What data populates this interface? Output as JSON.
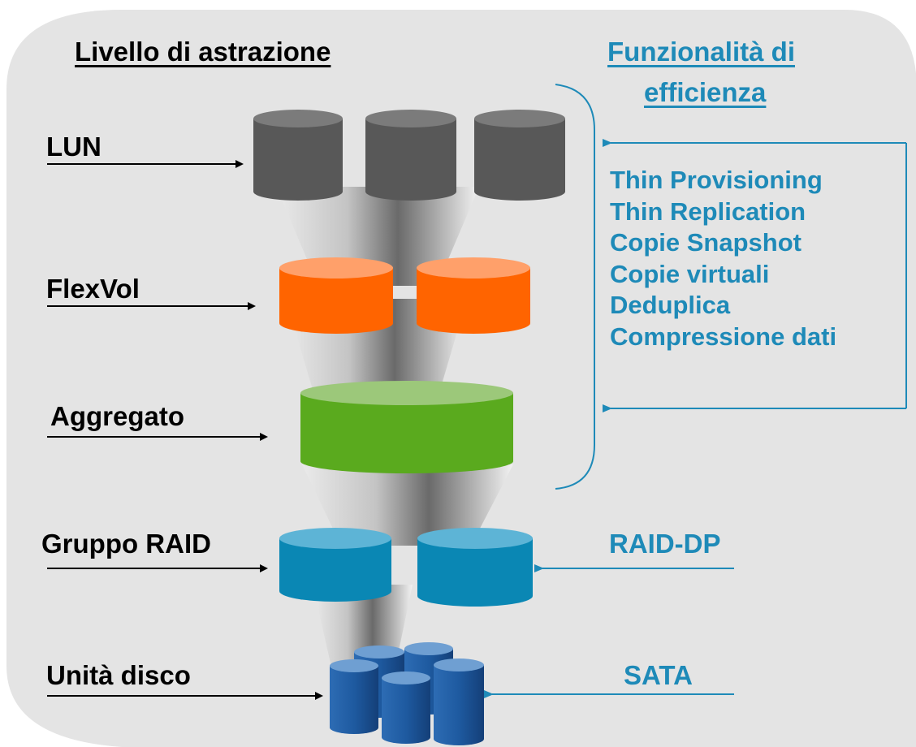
{
  "abstraction_header": "Livello di astrazione",
  "efficiency_header": [
    "Funzionalità di",
    "efficienza"
  ],
  "levels": {
    "lun": "LUN",
    "flexvol": "FlexVol",
    "aggregate": "Aggregato",
    "raid_group": "Gruppo RAID",
    "disk": "Unità disco"
  },
  "efficiency_features": [
    "Thin Provisioning",
    "Thin Replication",
    "Copie Snapshot",
    "Copie virtuali",
    "Deduplica",
    "Compressione dati"
  ],
  "raid_type": "RAID-DP",
  "disk_type": "SATA",
  "colors": {
    "panel": "#e4e4e4",
    "lun": "#585858",
    "flexvol": "#ff6400",
    "aggregate": "#5aaa1e",
    "raid": "#0a87b4",
    "disk": "#1e5aa0",
    "accent_text": "#1e8ab8"
  }
}
